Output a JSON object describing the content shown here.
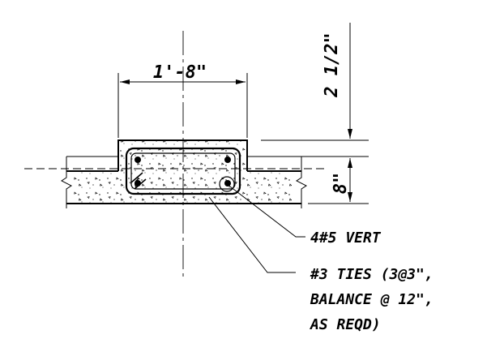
{
  "dimensions": {
    "width_label": "1'-8\"",
    "depth_label": "8\"",
    "projection_label": "2 1/2\""
  },
  "callouts": {
    "vertical_bars": "4#5 VERT",
    "ties_line_1": "#3 TIES (3@3\",",
    "ties_line_2": "BALANCE @ 12\",",
    "ties_line_3": "AS REQD)"
  },
  "colors": {
    "line": "#000000",
    "background": "#ffffff"
  }
}
